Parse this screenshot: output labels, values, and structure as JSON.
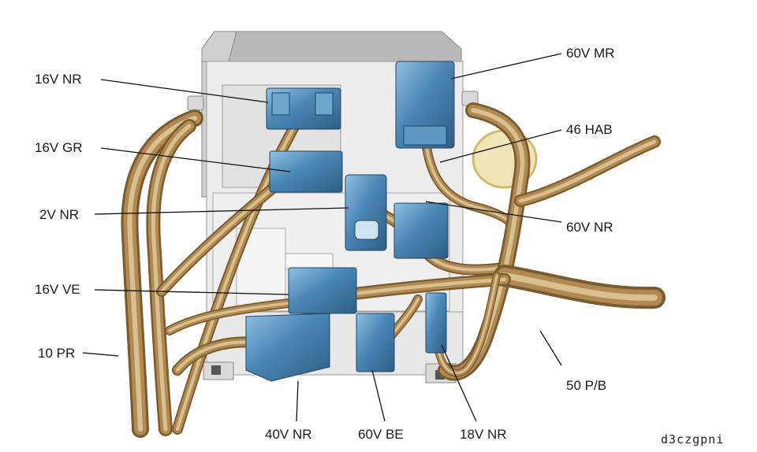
{
  "labels": {
    "c_16v_nr": "16V NR",
    "c_16v_gr": "16V GR",
    "c_2v_nr": "2V NR",
    "c_16v_ve": "16V VE",
    "c_10_pr": "10 PR",
    "c_40v_nr": "40V NR",
    "c_60v_be": "60V BE",
    "c_18v_nr": "18V NR",
    "c_60v_mr": "60V MR",
    "c_46_hab": "46 HAB",
    "c_60v_nr": "60V NR",
    "c_50_pb": "50 P/B"
  },
  "reference_code": "d3czgpni",
  "colors": {
    "harness_dark": "#7a5a2e",
    "harness_mid": "#b08a52",
    "harness_light": "#e2c99a",
    "connector_blue": "#4a86b4",
    "connector_dark": "#2d5f86",
    "box_grey": "#e6e6e6",
    "box_outline": "#9a9a9a"
  }
}
